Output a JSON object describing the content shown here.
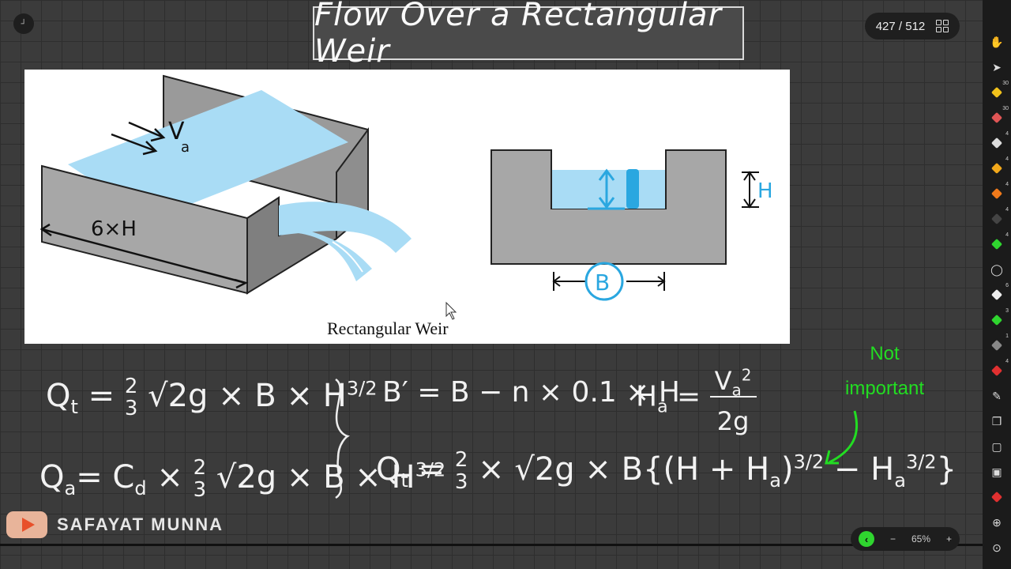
{
  "title": "Flow Over a Rectangular Weir",
  "page_counter": {
    "current": "427",
    "separator": "/",
    "total": "512"
  },
  "figure": {
    "caption": "Rectangular Weir",
    "label_velocity": "V",
    "label_velocity_sub": "a",
    "label_length": "6×H",
    "label_height": "H",
    "label_width": "B"
  },
  "formulas": {
    "qt": "Q_t = 2/3 √2g × B × H^{3/2}",
    "qa": "Q_a = C_d × 2/3 √2g × B × H^{3/2}",
    "b_prime": "B′ = B − n × 0.1 × H",
    "ha": "H_a = V_a² / 2g",
    "qt_full": "Q_t = 2/3 × √2g × B {(H + H_a)^{3/2} − H_a^{3/2}}"
  },
  "note": {
    "line1": "Not",
    "line2": "important"
  },
  "brand": {
    "name": "SAFAYAT MUNNA",
    "logo_icon": "play-icon"
  },
  "zoom": {
    "level": "65%",
    "minus": "−",
    "plus": "+"
  },
  "toolbar": [
    {
      "name": "hand-tool-icon",
      "glyph": "✋"
    },
    {
      "name": "pointer-tool-icon",
      "glyph": "➤"
    },
    {
      "name": "pen-yellow-icon",
      "color": "#f2c21b",
      "badge": "30"
    },
    {
      "name": "pen-red-icon",
      "color": "#e05555",
      "badge": "30"
    },
    {
      "name": "pen-white-icon",
      "color": "#dddddd",
      "badge": "4"
    },
    {
      "name": "pen-orange-icon",
      "color": "#f2a81b",
      "badge": "4"
    },
    {
      "name": "pen-orange2-icon",
      "color": "#f07a1b",
      "badge": "4"
    },
    {
      "name": "pen-dark-icon",
      "color": "#444444",
      "badge": "4"
    },
    {
      "name": "pen-green-icon",
      "color": "#2fd52f",
      "badge": "4"
    },
    {
      "name": "lasso-icon",
      "glyph": "◯"
    },
    {
      "name": "line-white-icon",
      "color": "#eeeeee",
      "badge": "6"
    },
    {
      "name": "line-green-icon",
      "color": "#2fd52f",
      "badge": "3"
    },
    {
      "name": "line-gray-icon",
      "color": "#888888",
      "badge": "1"
    },
    {
      "name": "eraser-red-icon",
      "color": "#e03030",
      "badge": "4"
    },
    {
      "name": "wand-icon",
      "glyph": "✎"
    },
    {
      "name": "copy-icon",
      "glyph": "❐"
    },
    {
      "name": "shape-icon",
      "glyph": "▢"
    },
    {
      "name": "image-icon",
      "glyph": "▣"
    },
    {
      "name": "record-icon",
      "color": "#e03030"
    },
    {
      "name": "add-icon",
      "glyph": "⊕"
    },
    {
      "name": "share-icon",
      "glyph": "⊙"
    }
  ]
}
